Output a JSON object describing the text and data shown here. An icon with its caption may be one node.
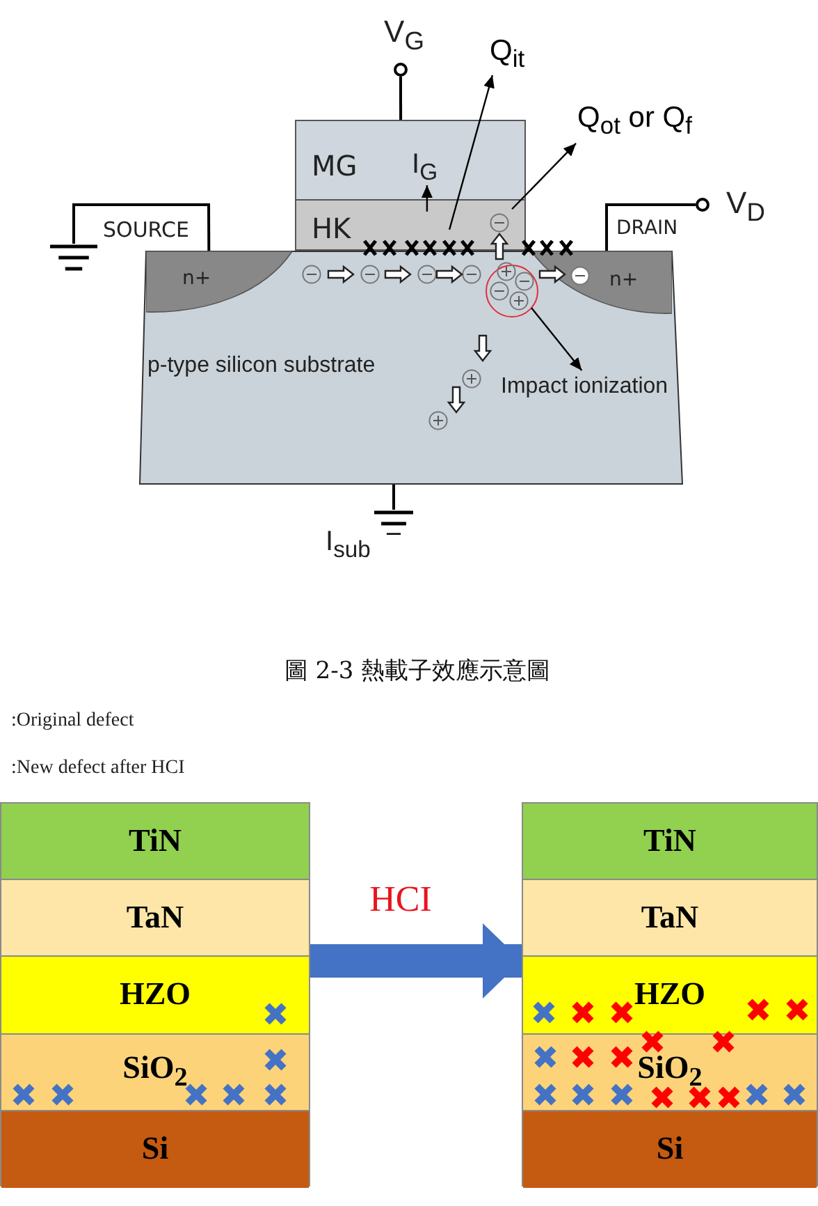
{
  "diagram": {
    "caption": "圖 2-3 熱載子效應示意圖",
    "nodes": [
      {
        "text": [
          "MG"
        ]
      },
      {
        "text": [
          "HK"
        ]
      },
      {
        "text": [
          "p-type silicon substrate"
        ]
      },
      {
        "text": [
          "n+"
        ],
        "in": 2
      },
      {
        "text": [
          "n+"
        ],
        "in": 2
      },
      {
        "text": [
          "Q$_{it}$"
        ]
      },
      {
        "text": [
          "Q$_{ot}$ or Q$_{f}$"
        ]
      },
      {
        "text": [],
        "shape": "circle",
        "in": 2
      },
      {
        "text": [
          "Impact ionization"
        ],
        "in": 2
      },
      {
        "text": [],
        "shape": "box"
      },
      {
        "text": [
          "TiN"
        ],
        "in": 9
      },
      {
        "text": [
          "TaN"
        ],
        "in": 9
      },
      {
        "text": [
          "HZO"
        ],
        "in": 9
      },
      {
        "text": [
          "SiO$_{2}$"
        ],
        "in": 9
      },
      {
        "text": [
          "Si"
        ],
        "in": 9
      },
      {
        "text": [],
        "shape": "box"
      },
      {
        "text": [
          "TiN"
        ],
        "in": 15
      },
      {
        "text": [
          "TaN"
        ],
        "in": 15
      },
      {
        "text": [
          "HZO"
        ],
        "in": 15
      },
      {
        "text": [
          "SiO$_{2}$"
        ],
        "in": 15
      },
      {
        "text": [
          "Si"
        ],
        "in": 15
      },
      {
        "text": [],
        "shape": "circle"
      },
      {
        "text": [],
        "shape": "ground"
      },
      {
        "text": [],
        "shape": "circle"
      },
      {
        "text": [],
        "shape": "ground"
      }
    ],
    "edges": [
      {
        "from": 1,
        "to": 5,
        "arrow": "to"
      },
      {
        "from": 1,
        "to": 6,
        "arrow": "to"
      },
      {
        "from": 7,
        "to": 8,
        "arrow": "to"
      },
      {
        "from": 9,
        "to": 15,
        "arrow": "to",
        "label": "HCI",
        "style": "thick",
        "color": "#4472c4"
      },
      {
        "from": 21,
        "to": 0,
        "arrow": "none"
      },
      {
        "from": 3,
        "to": 22,
        "arrow": "none"
      },
      {
        "from": 4,
        "to": 23,
        "arrow": "none"
      },
      {
        "from": 2,
        "to": 24,
        "arrow": "none"
      },
      {
        "from": 1,
        "to": 0,
        "arrow": "to"
      }
    ],
    "labels": [
      "V$_{G}$",
      "I$_{G}$",
      "SOURCE",
      "DRAIN",
      "V$_{D}$",
      "I$_{sub}$",
      ":Original defect",
      ":New defect after HCI"
    ]
  }
}
